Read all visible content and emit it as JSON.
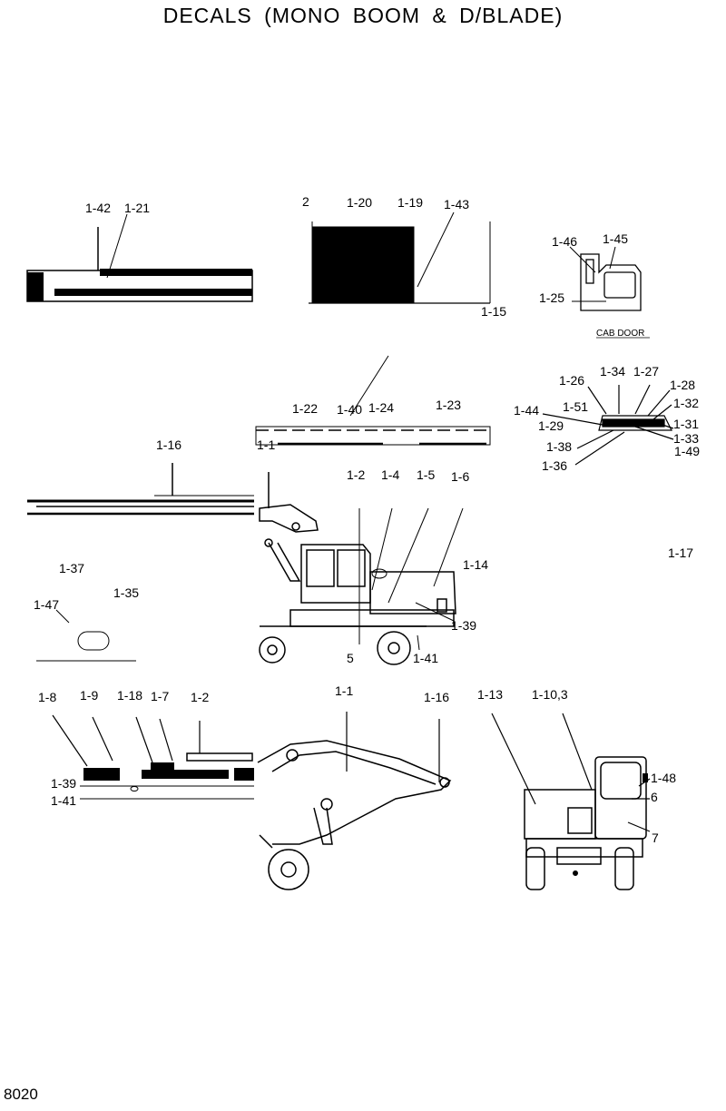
{
  "title": "DECALS (MONO BOOM & D/BLADE)",
  "page_number": "8020",
  "cab_door_label": "CAB DOOR",
  "labels": {
    "l_1_42": "1-42",
    "l_1_21a": "1-21",
    "l_2": "2",
    "l_1_20": "1-20",
    "l_1_19": "1-19",
    "l_1_43": "1-43",
    "l_1_15": "1-15",
    "l_1_46": "1-46",
    "l_1_45": "1-45",
    "l_1_25": "1-25",
    "l_1_26": "1-26",
    "l_1_34": "1-34",
    "l_1_27": "1-27",
    "l_1_28": "1-28",
    "l_1_44": "1-44",
    "l_1_51": "1-51",
    "l_1_32": "1-32",
    "l_1_29": "1-29",
    "l_1_31": "1-31",
    "l_1_33": "1-33",
    "l_1_38": "1-38",
    "l_1_49": "1-49",
    "l_1_36": "1-36",
    "l_1_22": "1-22",
    "l_1_40": "1-40",
    "l_1_24": "1-24",
    "l_1_23": "1-23",
    "l_1_1a": "1-1",
    "l_1_16a": "1-16",
    "l_1_2a": "1-2",
    "l_1_4": "1-4",
    "l_1_5": "1-5",
    "l_1_6": "1-6",
    "l_1_14": "1-14",
    "l_1_17": "1-17",
    "l_1_39a": "1-39",
    "l_5": "5",
    "l_1_41a": "1-41",
    "l_1_37": "1-37",
    "l_1_35": "1-35",
    "l_1_47": "1-47",
    "l_1_8": "1-8",
    "l_1_9": "1-9",
    "l_1_18": "1-18",
    "l_1_7": "1-7",
    "l_1_2b": "1-2",
    "l_1_39b": "1-39",
    "l_1_41b": "1-41",
    "l_1_1b": "1-1",
    "l_1_16b": "1-16",
    "l_1_13": "1-13",
    "l_1_10_3": "1-10,3",
    "l_1_48": "1-48",
    "l_6": "6",
    "l_7": "7"
  }
}
